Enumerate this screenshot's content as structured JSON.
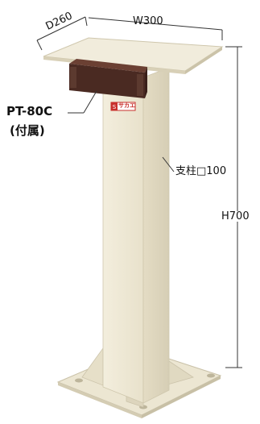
{
  "dimensions": {
    "depth_label": "D260",
    "width_label": "W300",
    "height_label": "H700"
  },
  "callouts": {
    "part_number": "PT-80C",
    "part_note": "(付属)",
    "column_label": "支柱□100"
  },
  "logo": {
    "brand_text": "サカエ"
  },
  "colors": {
    "stand_body": "#efe9d6",
    "stand_shadow": "#d9d2bc",
    "tray_brown": "#4a2a22",
    "logo_red": "#c8302c",
    "dimension_line": "#333333"
  }
}
